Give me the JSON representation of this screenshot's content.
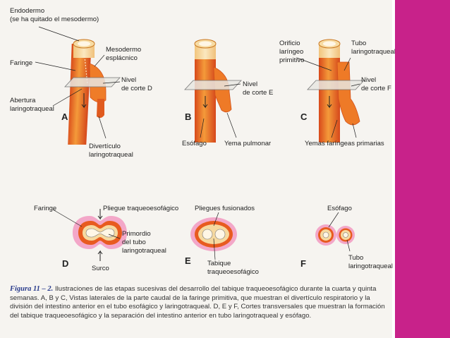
{
  "colors": {
    "tube_red": "#e35a1e",
    "tube_orange": "#f08a2c",
    "endoderm_yellow": "#f6d9a0",
    "lumen_white": "#fff6e6",
    "mesoderm_pink": "#f3a7c8",
    "accent_magenta": "#c8228a",
    "caption_blue": "#2a3c8c"
  },
  "panels": {
    "A": {
      "letter": "A",
      "labels": {
        "endodermo_1": "Endodermo",
        "endodermo_2": "(se ha quitado el mesodermo)",
        "faringe": "Faringe",
        "mesodermo_1": "Mesodermo",
        "mesodermo_2": "esplácnico",
        "nivel_1": "Nivel",
        "nivel_2": "de corte D",
        "abertura_1": "Abertura",
        "abertura_2": "laringotraqueal",
        "diverticulo_1": "Divertículo",
        "diverticulo_2": "laringotraqueal"
      }
    },
    "B": {
      "letter": "B",
      "labels": {
        "nivel_1": "Nivel",
        "nivel_2": "de corte E",
        "esofago": "Esófago",
        "yema": "Yema pulmonar"
      }
    },
    "C": {
      "letter": "C",
      "labels": {
        "orificio_1": "Orificio",
        "orificio_2": "laríngeo",
        "orificio_3": "primitivo",
        "tubo_1": "Tubo",
        "tubo_2": "laringotraqueal",
        "nivel_1": "Nivel",
        "nivel_2": "de corte F",
        "yemas": "Yemas faríngeas primarias"
      }
    },
    "D": {
      "letter": "D",
      "labels": {
        "faringe": "Faringe",
        "pliegue": "Pliegue traqueoesofágico",
        "primordio_1": "Primordio",
        "primordio_2": "del tubo",
        "primordio_3": "laringotraqueal",
        "surco": "Surco"
      }
    },
    "E": {
      "letter": "E",
      "labels": {
        "pliegues": "Pliegues fusionados",
        "tabique_1": "Tabique",
        "tabique_2": "traqueoesofágico"
      }
    },
    "F": {
      "letter": "F",
      "labels": {
        "esofago": "Esófago",
        "tubo_1": "Tubo",
        "tubo_2": "laringotraqueal"
      }
    }
  },
  "caption": {
    "figure_label": "Figura 11 – 2.",
    "text": "Ilustraciones de las etapas sucesivas del desarrollo del tabique traqueoesofágico durante la cuarta y quinta semanas. A, B y C, Vistas laterales de la parte caudal de la faringe primitiva, que muestran el divertículo respiratorio y la división del intestino anterior en el tubo esofágico y laringotraqueal. D, E y F, Cortes transversales que muestran la formación del tabique traqueoesofágico y la separación del intestino anterior en tubo laringotraqueal y esófago."
  }
}
